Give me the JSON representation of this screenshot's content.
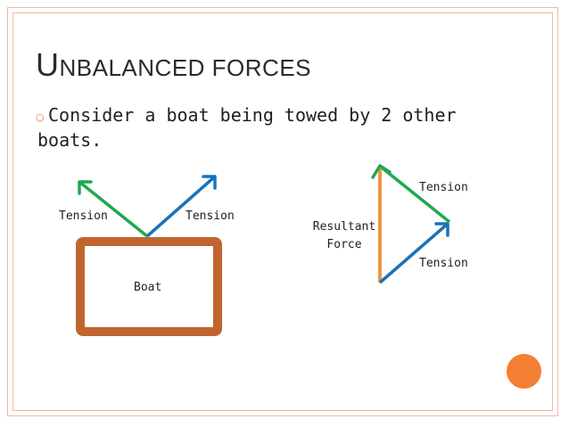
{
  "slide": {
    "title_cap": "U",
    "title_rest": "NBALANCED FORCES",
    "bullet": {
      "line1": "Consider a boat being towed by 2 other",
      "line2": "boats."
    }
  },
  "diagram_left": {
    "tension_left": "Tension",
    "tension_right": "Tension",
    "boat_label": "Boat"
  },
  "diagram_right": {
    "tension_top": "Tension",
    "tension_bottom": "Tension",
    "resultant_line1": "Resultant",
    "resultant_line2": "Force"
  },
  "colors": {
    "green": "#1fa84f",
    "blue": "#1a72b8",
    "orange": "#ec9746",
    "boat": "#c0652f",
    "accent": "#f47f33"
  }
}
